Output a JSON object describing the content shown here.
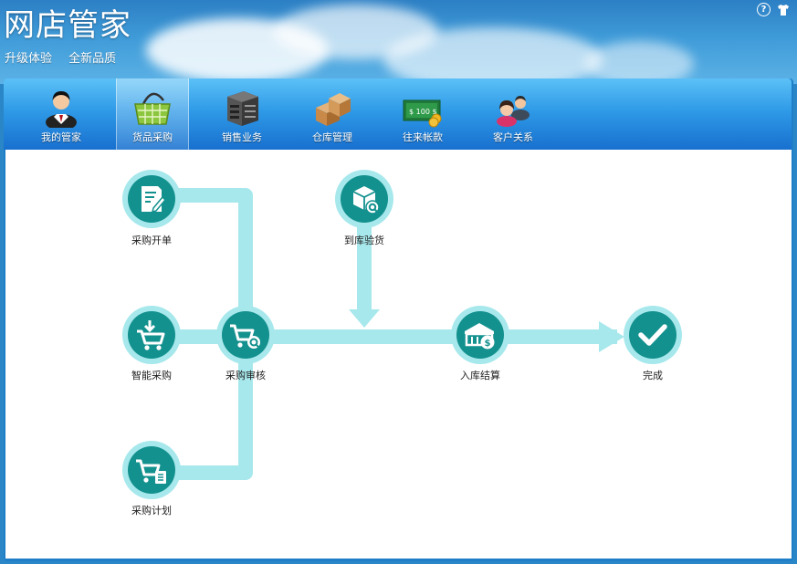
{
  "app": {
    "title": "网店管家",
    "slogans": [
      "升级体验",
      "全新品质"
    ],
    "help_symbol": "?",
    "skin_icon": "shirt-icon"
  },
  "toolbar": {
    "tabs": [
      {
        "label": "我的管家",
        "icon": "butler-person-icon",
        "active": false
      },
      {
        "label": "货品采购",
        "icon": "shopping-basket-icon",
        "active": true
      },
      {
        "label": "销售业务",
        "icon": "server-cabinet-icon",
        "active": false
      },
      {
        "label": "仓库管理",
        "icon": "boxes-icon",
        "active": false
      },
      {
        "label": "往来帐款",
        "icon": "money-bill-icon",
        "active": false
      },
      {
        "label": "客户关系",
        "icon": "customers-icon",
        "active": false
      }
    ]
  },
  "flow": {
    "nodes": {
      "purchase_order": {
        "label": "采购开单",
        "icon": "document-edit-icon"
      },
      "smart_purchase": {
        "label": "智能采购",
        "icon": "cart-download-icon"
      },
      "purchase_review": {
        "label": "采购审核",
        "icon": "cart-search-icon"
      },
      "purchase_plan": {
        "label": "采购计划",
        "icon": "cart-list-icon"
      },
      "arrival_inspection": {
        "label": "到库验货",
        "icon": "box-search-icon"
      },
      "inbound_settlement": {
        "label": "入库结算",
        "icon": "warehouse-money-icon"
      },
      "complete": {
        "label": "完成",
        "icon": "checkmark-icon"
      }
    },
    "colors": {
      "node_fill": "#13918e",
      "node_ring": "#a7e8ec",
      "connector": "#a7e8ec"
    }
  }
}
